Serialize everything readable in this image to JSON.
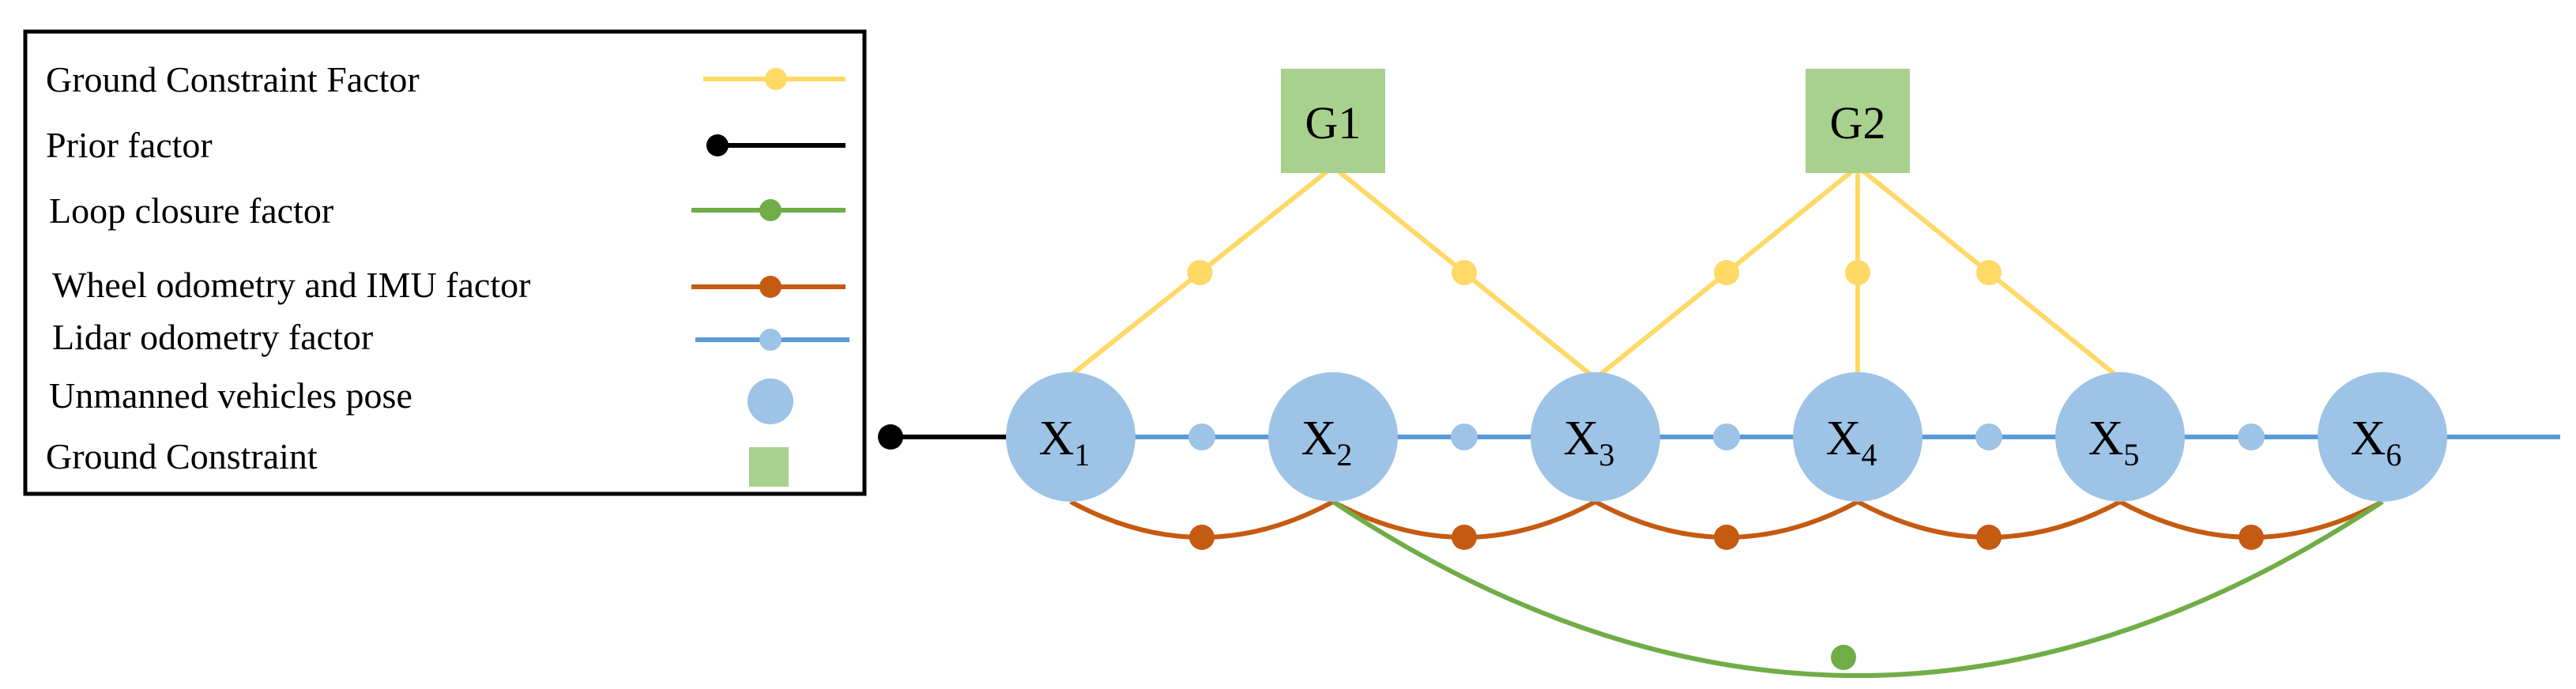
{
  "legend": {
    "items": [
      {
        "label": "Ground Constraint Factor",
        "symbol": "line-dot",
        "color": "#FFD966"
      },
      {
        "label": "Prior factor",
        "symbol": "dot-line",
        "color": "#000000"
      },
      {
        "label": "Loop closure factor",
        "symbol": "line-dot",
        "color": "#70AD47"
      },
      {
        "label": "Wheel odometry and IMU factor",
        "symbol": "line-dot",
        "color": "#C55A11"
      },
      {
        "label": "Lidar odometry factor",
        "symbol": "line-dot",
        "color": "#5B9BD5"
      },
      {
        "label": "Unmanned vehicles pose",
        "symbol": "circle",
        "color": "#9DC3E6"
      },
      {
        "label": "Ground Constraint",
        "symbol": "square",
        "color": "#A9D18E"
      }
    ]
  },
  "poses": [
    {
      "letter": "X",
      "sub": "1"
    },
    {
      "letter": "X",
      "sub": "2"
    },
    {
      "letter": "X",
      "sub": "3"
    },
    {
      "letter": "X",
      "sub": "4"
    },
    {
      "letter": "X",
      "sub": "5"
    },
    {
      "letter": "X",
      "sub": "6"
    }
  ],
  "ground_constraints": [
    {
      "label": "G1",
      "connects": [
        1,
        3
      ]
    },
    {
      "label": "G2",
      "connects": [
        3,
        4,
        5
      ]
    }
  ],
  "edges": {
    "prior": {
      "to": 1
    },
    "lidar_chain": [
      1,
      2,
      3,
      4,
      5,
      6
    ],
    "wheel_imu_chain": [
      1,
      2,
      3,
      4,
      5,
      6
    ],
    "loop_closure": [
      2,
      6
    ]
  },
  "colors": {
    "pose_fill": "#9DC3E6",
    "ground_fill": "#A9D18E",
    "ground_factor": "#FFD966",
    "prior": "#000000",
    "loop": "#70AD47",
    "wheel": "#C55A11",
    "lidar": "#5B9BD5"
  }
}
